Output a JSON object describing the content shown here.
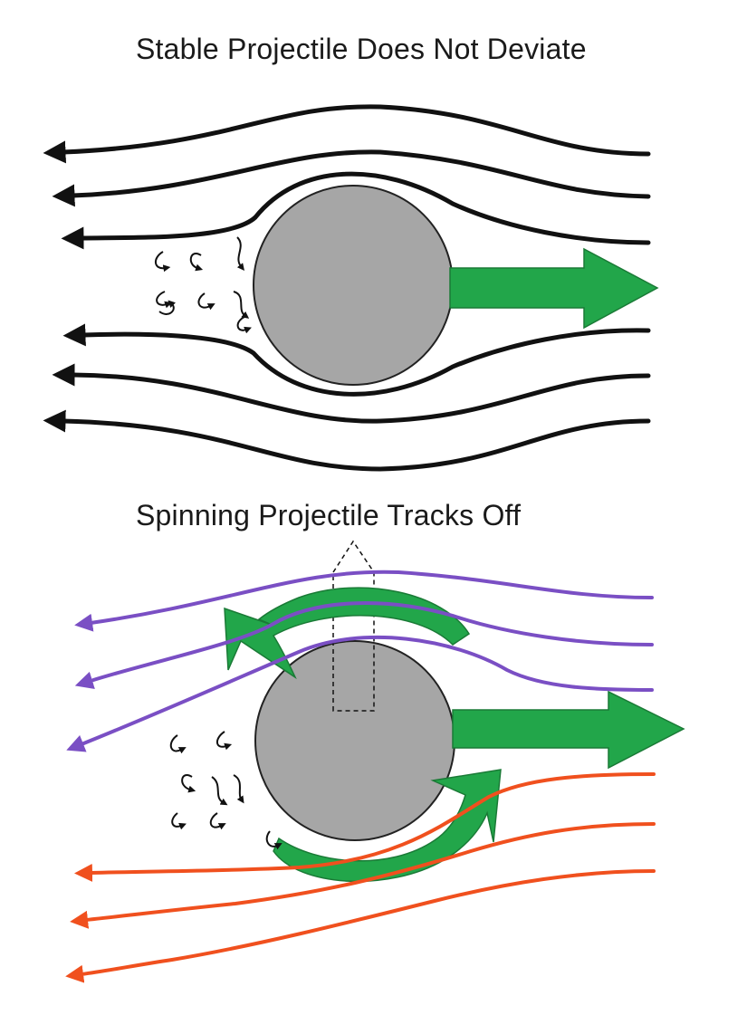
{
  "top_panel": {
    "title": "Stable Projectile Does Not Deviate"
  },
  "bottom_panel": {
    "title": "Spinning Projectile Tracks Off"
  },
  "colors": {
    "projectile": "#a6a6a6",
    "motion_arrow": "#22a64a",
    "streamline_neutral": "#111111",
    "streamline_upper": "#7a4fc4",
    "streamline_lower": "#f0501e"
  },
  "icons": {
    "motion": "right-arrow",
    "spin": "curved-arrow",
    "wake": "turbulence-swirl"
  }
}
